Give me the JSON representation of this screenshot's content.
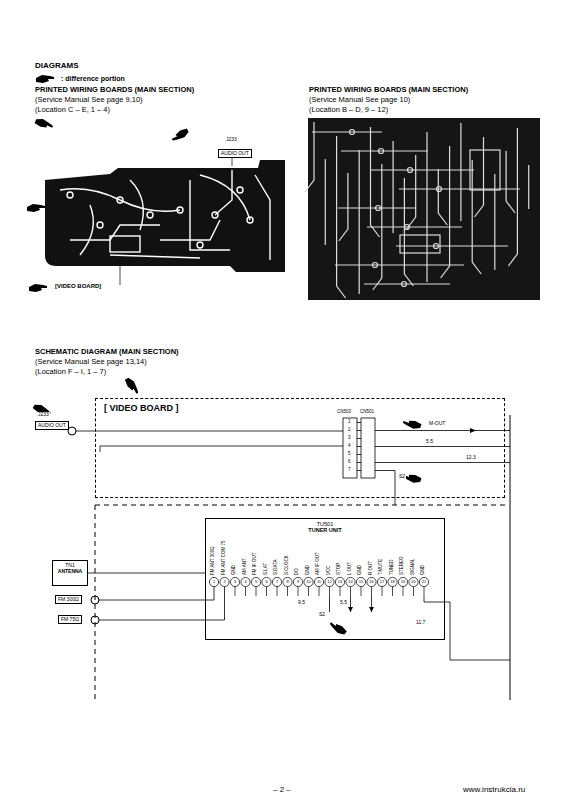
{
  "diagram": {
    "title": "DIAGRAMS",
    "nodes": [
      {
        "text": [
          "[ VIDEO BOARD ]"
        ]
      },
      {
        "text": [
          "TU501",
          "TUNER UNIT"
        ]
      },
      {
        "text": [
          "TN1",
          "ANTENNA"
        ]
      }
    ],
    "edges": [
      {
        "from": 2,
        "to": 1,
        "arrow": "none"
      }
    ],
    "labels": [
      ": difference portion",
      "PRINTED WIRING BOARDS (MAIN SECTION)",
      "(Service Manual See page 9,10)",
      "(Location C – E, 1 – 4)",
      "PRINTED WIRING BOARDS (MAIN SECTION)",
      "(Service Manual See page 10)",
      "(Location B – D, 9 – 12)",
      "J233",
      "AUDIO OUT",
      "[VIDEO BOARD]",
      "SCHEMATIC DIAGRAM (MAIN SECTION)",
      "(Service Manual See page 13,14)",
      "(Location F – I, 1 – 7)",
      "J233",
      "AUDIO OUT",
      "CN503",
      "CN501",
      "1",
      "2",
      "3",
      "4",
      "5",
      "6",
      "7",
      "M-OUT",
      "5.5",
      "12.3",
      "S2",
      "FM 300Ω",
      "FM 75Ω",
      "FM ANT 300Ω",
      "FM ANT COM 75",
      "GND",
      "AM ANT",
      "FM IF OUT",
      "S.LAT",
      "S.DATA",
      "S.CLOCK",
      "DO",
      "GND",
      "AM IF OUT",
      "VCC",
      "STOP",
      "L OUT",
      "GND",
      "R OUT",
      "T.MUTE",
      "TUNED",
      "STEREO",
      "SIGNAL",
      "GND",
      "1",
      "2",
      "3",
      "4",
      "5",
      "6",
      "7",
      "8",
      "9",
      "10",
      "11",
      "12",
      "13",
      "14",
      "15",
      "16",
      "17",
      "18",
      "19",
      "20",
      "21",
      "9.5",
      "5.5",
      "S2",
      "11.7",
      "– 2 –",
      "www.instrukcia.ru"
    ]
  }
}
